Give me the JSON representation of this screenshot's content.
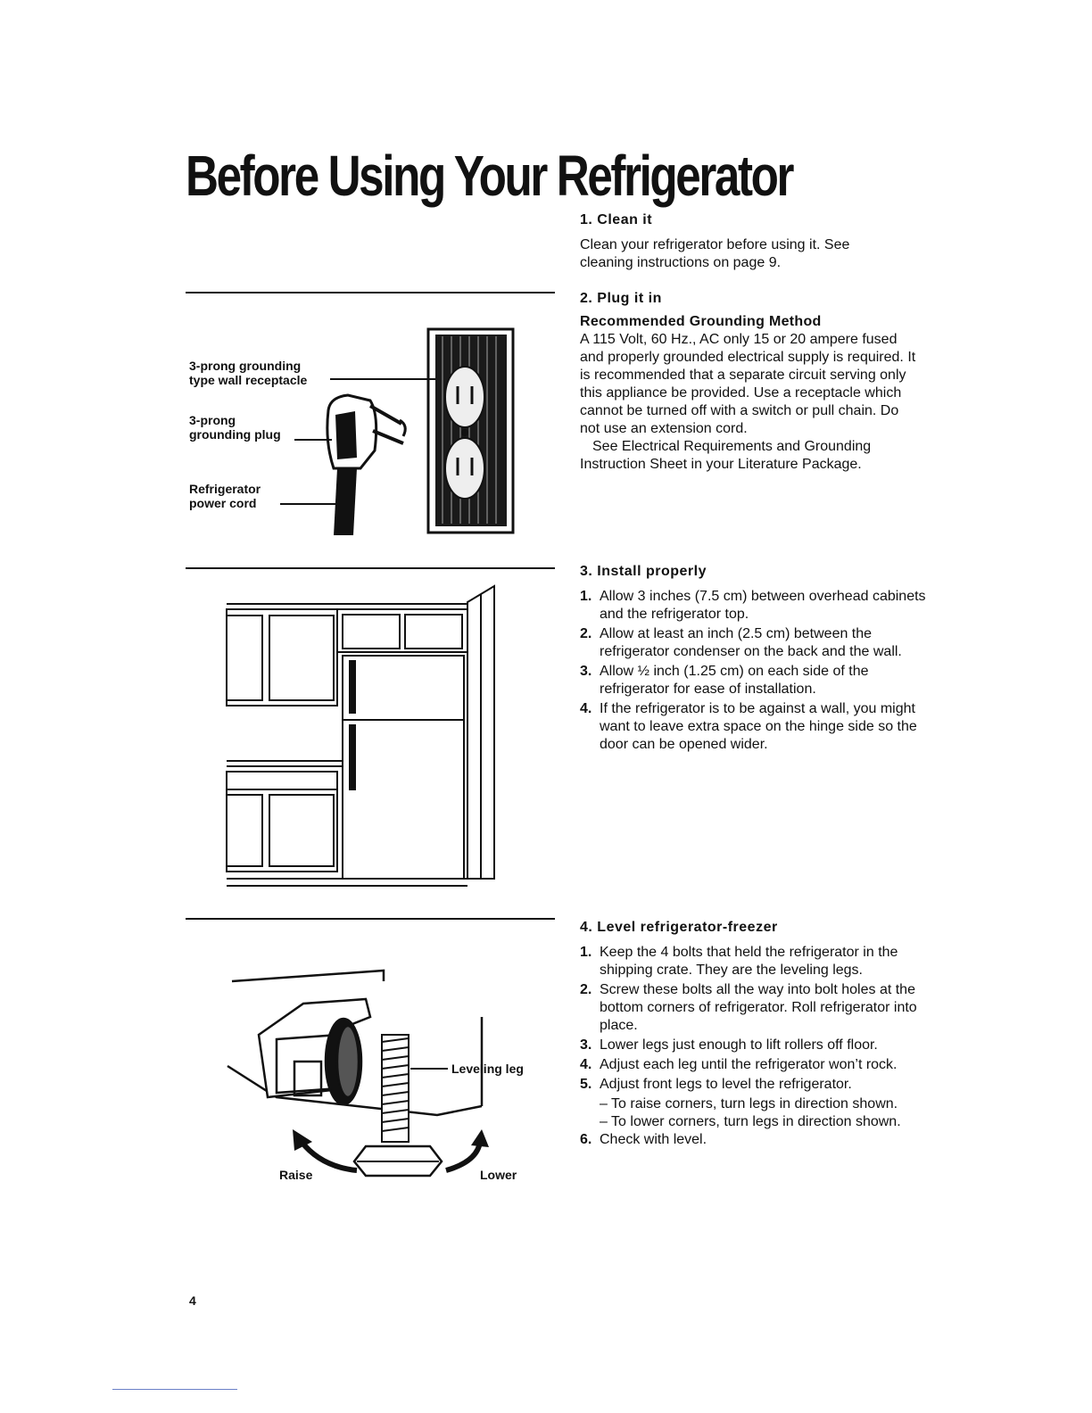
{
  "title": "Before Using Your Refrigerator",
  "sections": {
    "clean": {
      "heading": "1. Clean it",
      "body": "Clean your refrigerator before using it. See cleaning instructions on page 9."
    },
    "plug": {
      "heading": "2. Plug it in",
      "subheading": "Recommended Grounding Method",
      "body": "A 115 Volt, 60 Hz., AC only 15 or 20 ampere fused and properly grounded electrical supply is required. It is recommended that a separate circuit serving only this appliance be provided. Use a receptacle which cannot be turned off with a switch or pull chain. Do not use an extension cord.",
      "body2": "See Electrical Requirements and Grounding Instruction Sheet in your Literature Package."
    },
    "install": {
      "heading": "3. Install properly",
      "items": [
        {
          "num": "1.",
          "text": "Allow 3 inches (7.5 cm) between overhead cabinets and the refrigerator top."
        },
        {
          "num": "2.",
          "text": "Allow at least an inch (2.5 cm) between the refrigerator condenser on the back and the wall."
        },
        {
          "num": "3.",
          "text": "Allow ½ inch (1.25 cm) on each side of the refrigerator for ease of installation."
        },
        {
          "num": "4.",
          "text": "If the refrigerator is to be against a wall, you might want to leave extra space on the hinge side so the door can be opened wider."
        }
      ]
    },
    "level": {
      "heading": "4. Level refrigerator-freezer",
      "items": [
        {
          "num": "1.",
          "text": "Keep the 4 bolts that held the refrigerator in the shipping crate. They are the leveling legs."
        },
        {
          "num": "2.",
          "text": "Screw these bolts all the way into bolt holes at the bottom corners of refrigerator. Roll refrigerator into place."
        },
        {
          "num": "3.",
          "text": "Lower legs just enough to lift rollers off floor."
        },
        {
          "num": "4.",
          "text": "Adjust each leg until the refrigerator won’t rock."
        },
        {
          "num": "5.",
          "text": "Adjust front legs to level the refrigerator."
        }
      ],
      "subitems": [
        "– To raise corners, turn legs in direction shown.",
        "– To lower corners, turn legs in direction shown."
      ],
      "last_item": {
        "num": "6.",
        "text": "Check with level."
      }
    }
  },
  "figures": {
    "plug": {
      "label_receptacle_1": "3-prong grounding",
      "label_receptacle_2": "type wall receptacle",
      "label_plug_1": "3-prong",
      "label_plug_2": "grounding plug",
      "label_cord_1": "Refrigerator",
      "label_cord_2": "power cord"
    },
    "leveling": {
      "label_leg": "Leveling leg",
      "label_raise": "Raise",
      "label_lower": "Lower"
    }
  },
  "page_number": "4"
}
